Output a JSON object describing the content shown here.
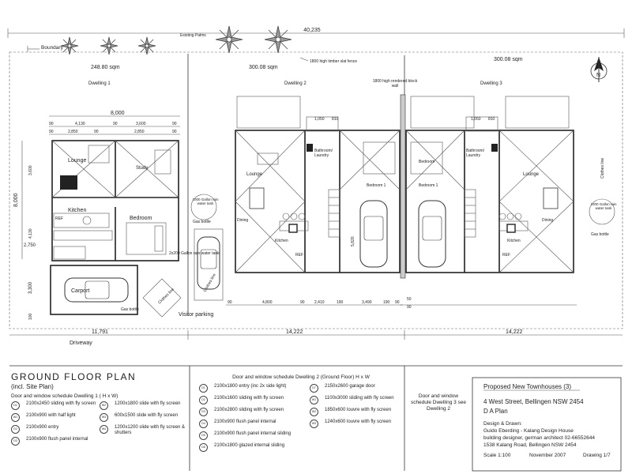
{
  "site": {
    "overall_width": "40,235",
    "boundary_label": "Boundary",
    "existing_palms_label": "Existing Palms",
    "fence_label": "1800 high timber slat fence",
    "block_wall_label": "1800 high rendered block wall",
    "area_1": "248.80 sqm",
    "area_2": "300.08 sqm",
    "area_3": "300.08 sqm",
    "visitor_parking": "Visitor parking",
    "driveway": "Driveway",
    "carport": "Carport",
    "north_label": "N",
    "bottom_dims": [
      "11,791",
      "14,222",
      "14,222"
    ]
  },
  "dwellings": {
    "d1": {
      "title": "Dwelling 1",
      "dim_top": "8,000",
      "dims_row1": [
        "90",
        "4,130",
        "90",
        "3,600",
        "90"
      ],
      "dims_row2": [
        "90",
        "2,850",
        "90",
        "2,850",
        "90"
      ],
      "dim_left": "8,000",
      "dim_side": [
        "3,600",
        "4,130",
        "2,750",
        "3,300",
        "100"
      ],
      "rooms": [
        "Lounge",
        "Study",
        "Kitchen",
        "Bedroom"
      ],
      "labels": [
        "REF",
        "Gas bottle",
        "Clothes line"
      ]
    },
    "d2": {
      "title": "Dwelling 2",
      "rooms": [
        "Lounge",
        "Dining",
        "Kitchen",
        "Bathroom/ Laundry",
        "Bedroom 1"
      ],
      "dims_top": [
        "1,050",
        "810"
      ],
      "dims_bottom": [
        "90",
        "4,800",
        "90",
        "2,410",
        "190",
        "3,490",
        "190",
        "90"
      ],
      "dim_vertical": "5,820",
      "tank": "1000 Gallon rain water tank",
      "tank2": "2x200 Gallon rain water tank",
      "gas": "Gas bottle",
      "labels": [
        "REF",
        "Clothes line"
      ]
    },
    "d3": {
      "title": "Dwelling 3",
      "rooms": [
        "Lounge",
        "Dining",
        "Kitchen",
        "Bathroom/ Laundry",
        "Bedroom",
        "Bedroom 1"
      ],
      "dims_top": [
        "1,050",
        "810"
      ],
      "dims_bottom": [
        "50",
        "90"
      ],
      "tank": "1000 Gallon rain water tank",
      "gas": "Gas bottle",
      "labels": [
        "REF",
        "Clothes line"
      ]
    }
  },
  "title_panel": {
    "heading": "GROUND FLOOR PLAN",
    "sub": "(incl. Site Plan)",
    "sched1_title": "Door and window schedule Dwelling 1 ( H x W)",
    "sched1_left": [
      {
        "tag": "D1",
        "text": "2100x2450 sliding with fly screen"
      },
      {
        "tag": "W1",
        "text": "2100x900 with half light"
      },
      {
        "tag": "D2",
        "text": "2100x900 entry"
      },
      {
        "tag": "D3",
        "text": "2100x900 flush panel internal"
      }
    ],
    "sched1_right": [
      {
        "tag": "W2",
        "text": "1200x1800 slide with fly screen"
      },
      {
        "tag": "W3",
        "text": "600x1500 slide with fly screen"
      },
      {
        "tag": "W4",
        "text": "1200x1200 slide with fly screen & shutters"
      }
    ],
    "sched2_title": "Door and window schedule Dwelling 2 (Ground Floor) H x W",
    "sched2_left": [
      {
        "tag": "D1",
        "text": "2100x1800 entry (inc 2x side light)"
      },
      {
        "tag": "D2",
        "text": "2100x1600 sliding with fly screen"
      },
      {
        "tag": "D3",
        "text": "2100x2800 sliding with fly screen"
      },
      {
        "tag": "D4",
        "text": "2100x900 flush panel internal"
      },
      {
        "tag": "D5",
        "text": "2100x900 flush panel internal sliding"
      },
      {
        "tag": "D6",
        "text": "2100x1800 glazed internal sliding"
      }
    ],
    "sched2_right": [
      {
        "tag": "D7",
        "text": "2150x2600 garage door"
      },
      {
        "tag": "W1",
        "text": "1100x3000 sliding with fly screen"
      },
      {
        "tag": "W2",
        "text": "1850x600 louvre with fly screen"
      },
      {
        "tag": "W3",
        "text": "1240x600 louvre with fly screen"
      }
    ],
    "sched3_note": "Door and window schedule Dwelling 3 see Dwelling 2"
  },
  "info_block": {
    "project": "Proposed New Townhouses (3)",
    "address": "4 West Street, Bellingen NSW 2454",
    "plan_type": "D A Plan",
    "designer_heading": "Design & Drawn:",
    "designer_line1": "Guido Eberding - Kalang Design House",
    "designer_line2": "building designer, german architect 02-66552644",
    "designer_line3": "1538 Kalang Road, Bellingen NSW 2454",
    "scale": "Scale 1:100",
    "date": "November 2007",
    "drawing": "Drawing 1/7"
  }
}
